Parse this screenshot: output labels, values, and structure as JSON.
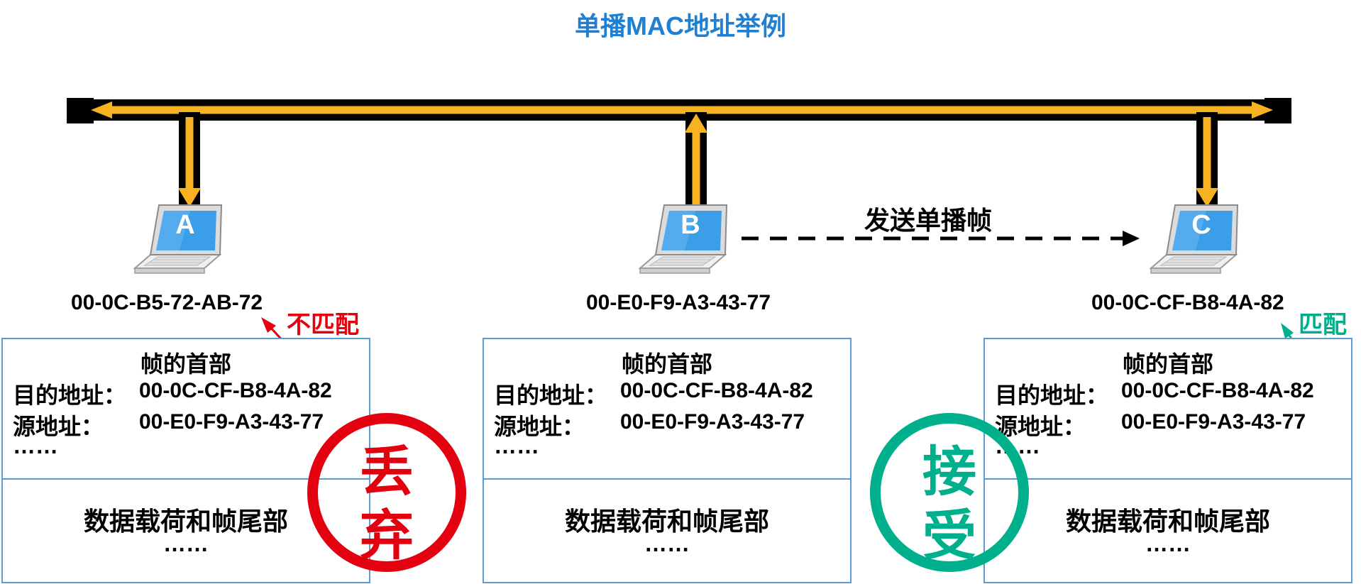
{
  "title": "单播MAC地址举例",
  "send_label": "发送单播帧",
  "hosts": [
    {
      "letter": "A",
      "mac": "00-0C-B5-72-AB-72"
    },
    {
      "letter": "B",
      "mac": "00-E0-F9-A3-43-77"
    },
    {
      "letter": "C",
      "mac": "00-0C-CF-B8-4A-82"
    }
  ],
  "frame": {
    "header_title": "帧的首部",
    "dest_label": "目的地址：",
    "dest_value": "00-0C-CF-B8-4A-82",
    "src_label": "源地址：",
    "src_value": "00-E0-F9-A3-43-77",
    "ellipsis": "……",
    "payload_title": "数据载荷和帧尾部",
    "payload_ellipsis": "……"
  },
  "results": {
    "a": {
      "tag": "不匹配",
      "stamp_line1": "丢",
      "stamp_line2": "弃"
    },
    "c": {
      "tag": "匹配",
      "stamp_line1": "接",
      "stamp_line2": "受"
    }
  },
  "colors": {
    "title": "#1f7fd3",
    "bus_fill": "#f6b221",
    "frame_border": "#5b9bd5",
    "discard": "#e3000f",
    "accept": "#00b08c",
    "laptop_screen": "#3a9ee8"
  }
}
